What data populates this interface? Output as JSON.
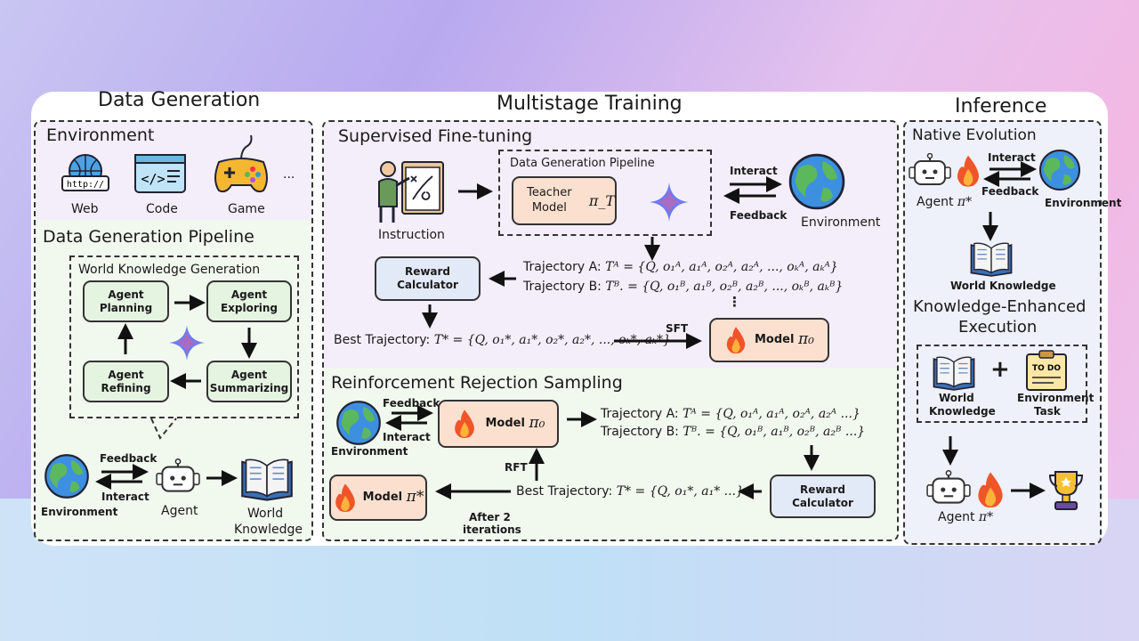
{
  "titles": {
    "data_generation": "Data Generation",
    "multistage_training": "Multistage Training",
    "inference": "Inference"
  },
  "data_generation": {
    "environment_heading": "Environment",
    "env_items": [
      {
        "label": "Web",
        "icon": "browser-icon",
        "badge": "http://"
      },
      {
        "label": "Code",
        "icon": "code-window-icon",
        "badge": "</>"
      },
      {
        "label": "Game",
        "icon": "gamepad-icon"
      }
    ],
    "more": "...",
    "pipeline_heading": "Data Generation Pipeline",
    "wkg_heading": "World Knowledge Generation",
    "steps": [
      "Agent Planning",
      "Agent Exploring",
      "Agent Summarizing",
      "Agent Refining"
    ],
    "bottom": {
      "environment": "Environment",
      "feedback": "Feedback",
      "interact": "Interact",
      "agent": "Agent",
      "world_knowledge_1": "World",
      "world_knowledge_2": "Knowledge"
    }
  },
  "sft": {
    "heading": "Supervised Fine-tuning",
    "instruction": "Instruction",
    "pipeline_label": "Data Generation Pipeline",
    "teacher_model": "Teacher Model",
    "teacher_symbol": "π_T",
    "interact": "Interact",
    "feedback": "Feedback",
    "environment": "Environment",
    "reward_calculator_1": "Reward",
    "reward_calculator_2": "Calculator",
    "traj_a_label": "Trajectory A:",
    "traj_a_formula": "Tᴬ = {Q, o₁ᴬ, a₁ᴬ, o₂ᴬ, a₂ᴬ, ..., oₖᴬ, aₖᴬ}",
    "traj_b_label": "Trajectory B:",
    "traj_b_formula": "Tᴮ. = {Q, o₁ᴮ, a₁ᴮ, o₂ᴮ, a₂ᴮ, ..., oₖᴮ, aₖᴮ}",
    "ellipsis": "⋮",
    "best_label": "Best Trajectory:",
    "best_formula": "T* = {Q, o₁*, a₁*, o₂*, a₂*, ..., oₖ*, aₖ*}",
    "sft_label": "SFT",
    "model": "Model",
    "model_symbol": "π₀"
  },
  "rrs": {
    "heading": "Reinforcement Rejection Sampling",
    "feedback": "Feedback",
    "interact": "Interact",
    "environment": "Environment",
    "model": "Model",
    "model_symbol": "π₀",
    "traj_a_label": "Trajectory A:",
    "traj_a_formula": "Tᴬ = {Q, o₁ᴬ, a₁ᴬ, o₂ᴬ, a₂ᴬ ...}",
    "traj_b_label": "Trajectory B:",
    "traj_b_formula": "Tᴮ. = {Q, o₁ᴮ, a₁ᴮ, o₂ᴮ, a₂ᴮ ...}",
    "reward_calculator_1": "Reward",
    "reward_calculator_2": "Calculator",
    "best_label": "Best Trajectory:",
    "best_formula": "T* = {Q, o₁*, a₁* ...}",
    "rft_label": "RFT",
    "final_model": "Model",
    "final_symbol": "π*",
    "after_1": "After 2",
    "after_2": "iterations"
  },
  "inference": {
    "native_heading": "Native Evolution",
    "agent": "Agent",
    "agent_symbol": "π*",
    "interact": "Interact",
    "feedback": "Feedback",
    "environment": "Environment",
    "world_knowledge": "World Knowledge",
    "ke_heading_1": "Knowledge-Enhanced",
    "ke_heading_2": "Execution",
    "wk_1": "World",
    "wk_2": "Knowledge",
    "plus": "+",
    "todo": "TO DO",
    "task_1": "Environment",
    "task_2": "Task",
    "agent2": "Agent",
    "agent2_symbol": "π*"
  },
  "colors": {
    "lavender": "#f3eefa",
    "green": "#f1f8ee",
    "peach": "#fbe0d0",
    "blue": "#e3eaf7",
    "step_green": "#e5f3e1"
  }
}
